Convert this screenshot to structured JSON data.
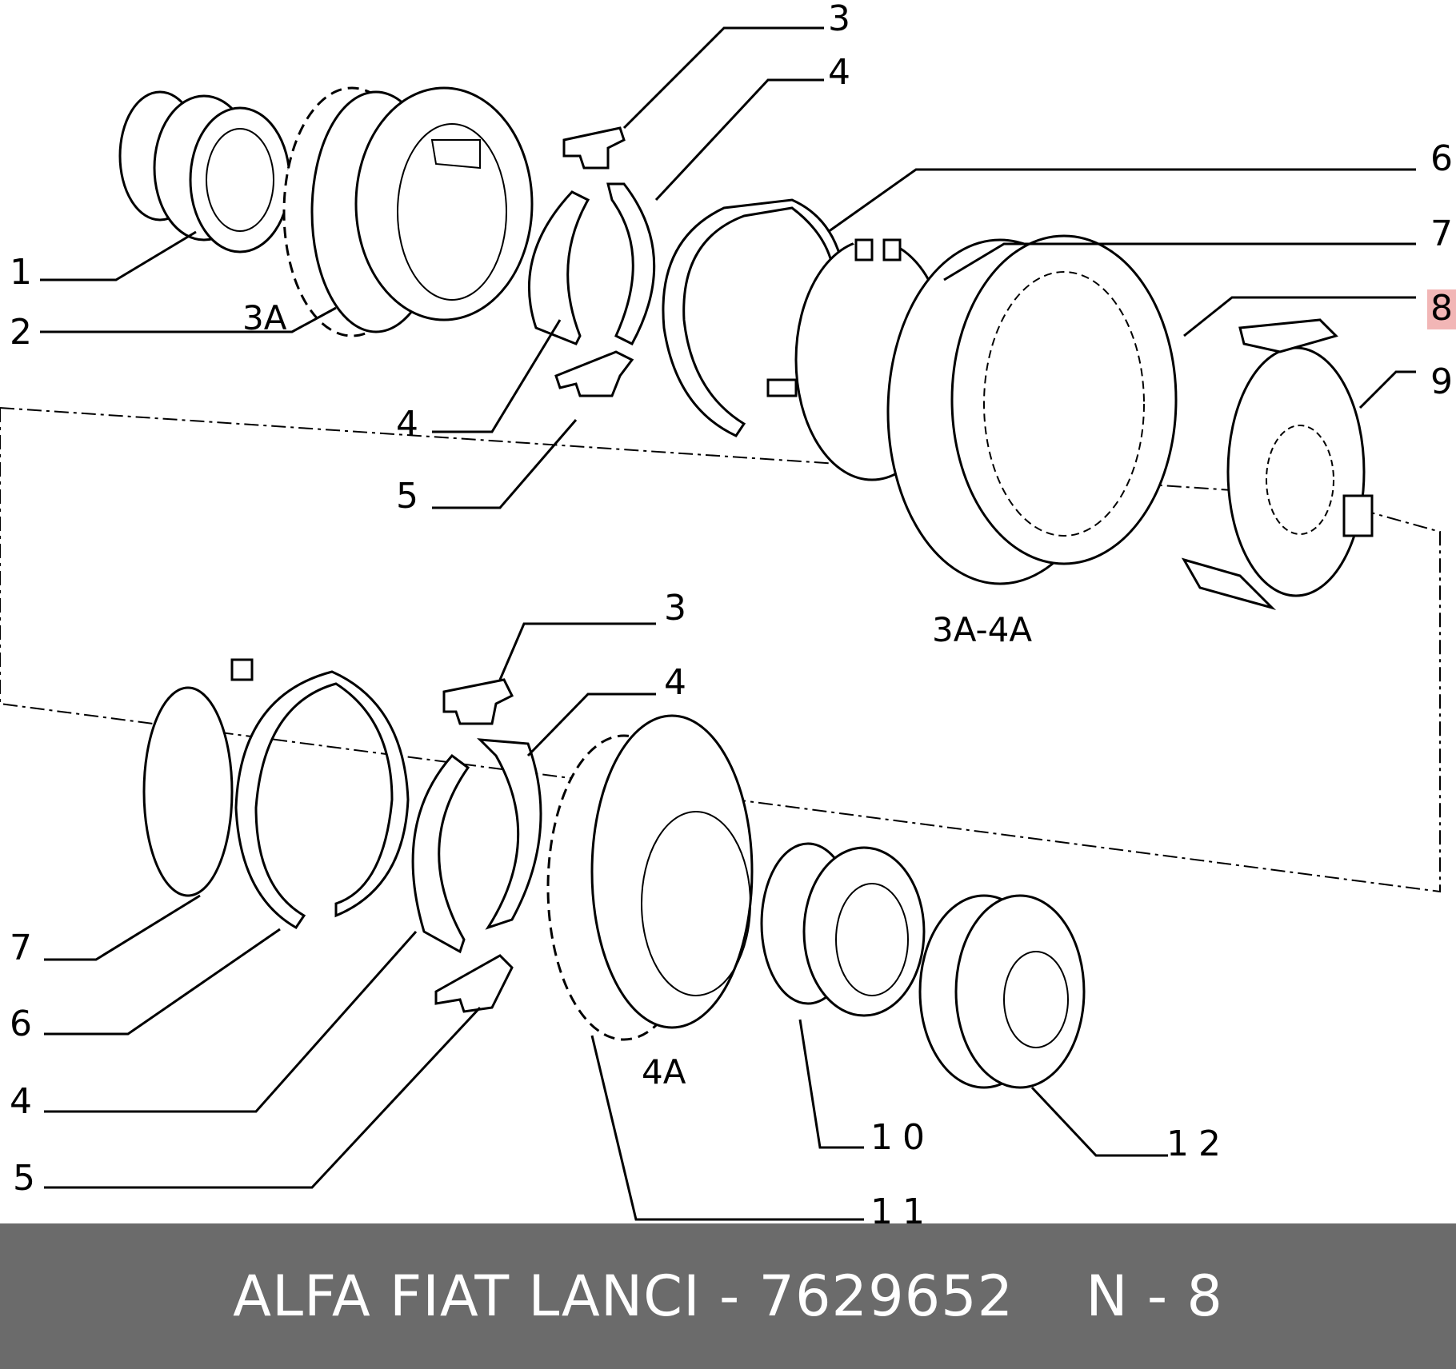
{
  "callouts": [
    "1",
    "2",
    "3",
    "4",
    "4",
    "5",
    "6",
    "7",
    "8",
    "9",
    "7",
    "6",
    "4",
    "5",
    "3",
    "4",
    "10",
    "11",
    "12"
  ],
  "group_labels": [
    "3A",
    "3A-4A",
    "4A"
  ],
  "highlight_color": "#f2b6b6",
  "footer": {
    "part_text": "ALFA FIAT LANCI - 7629652",
    "page_text": "N - 8"
  }
}
